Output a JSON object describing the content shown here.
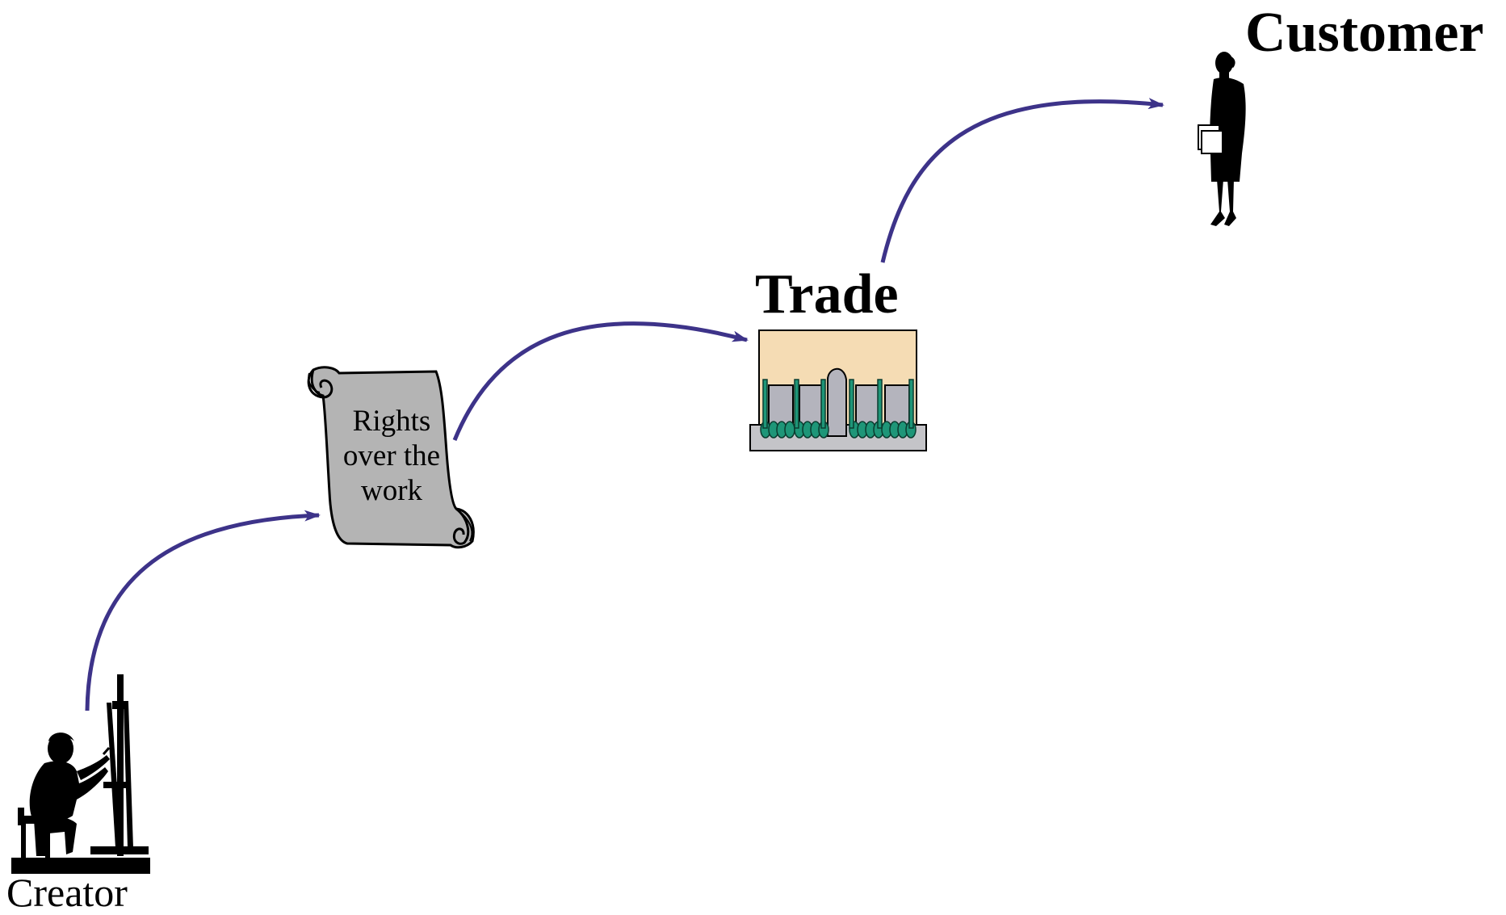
{
  "nodes": {
    "creator": {
      "label": "Creator",
      "icon": "painter-at-easel-icon"
    },
    "rights": {
      "line1": "Rights",
      "line2": "over the",
      "line3": "work",
      "icon": "scroll-icon"
    },
    "trade": {
      "label": "Trade",
      "icon": "marketplace-building-icon"
    },
    "customer": {
      "label": "Customer",
      "icon": "businesswoman-icon"
    }
  },
  "edges": [
    {
      "from": "creator",
      "to": "rights"
    },
    {
      "from": "rights",
      "to": "trade"
    },
    {
      "from": "trade",
      "to": "customer"
    }
  ],
  "colors": {
    "arrow": "#3d3389",
    "scroll_fill": "#b4b4b4",
    "trade_sky": "#f5dcb4",
    "trade_building": "#b4b4bd",
    "trade_trees": "#1e9678",
    "silhouette": "#000000"
  }
}
